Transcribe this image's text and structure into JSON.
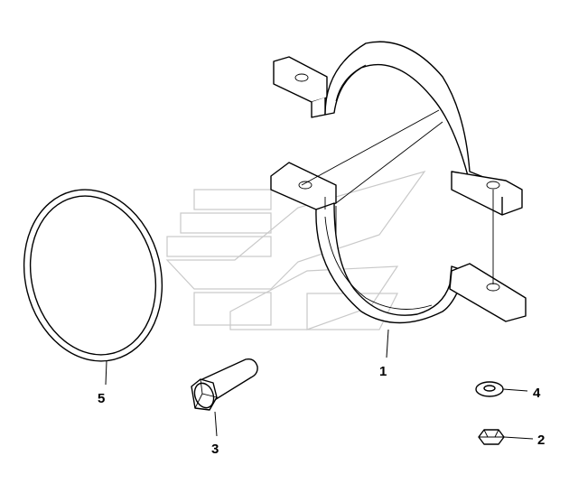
{
  "diagram": {
    "parts": [
      {
        "id": "clamp-band",
        "callout": "1"
      },
      {
        "id": "nut",
        "callout": "2"
      },
      {
        "id": "flange-bolt",
        "callout": "3"
      },
      {
        "id": "washer",
        "callout": "4"
      },
      {
        "id": "seal-ring",
        "callout": "5"
      }
    ]
  }
}
